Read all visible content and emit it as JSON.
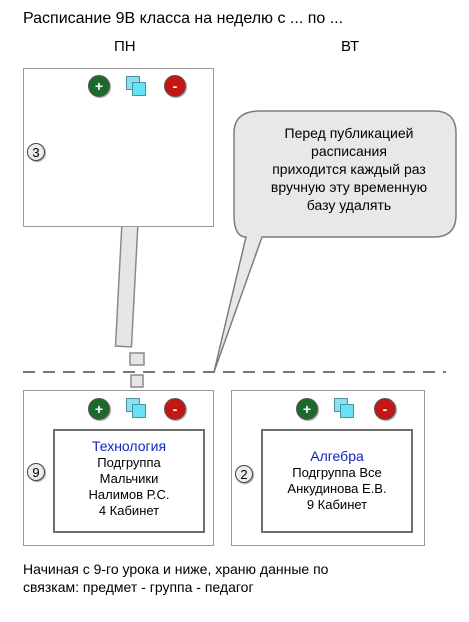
{
  "title": "Расписание 9В класса на неделю с ... по ...",
  "days": [
    "ПН",
    "ВТ"
  ],
  "top_cell": {
    "lesson_number": "3"
  },
  "cell_buttons": {
    "add": "+",
    "delete": "-"
  },
  "callout": {
    "lines": [
      "Перед публикацией",
      "расписания",
      "приходится каждый раз",
      "вручную эту временную",
      "базу удалять"
    ]
  },
  "bottom_cells": [
    {
      "lesson_number": "9",
      "subject": "Технология",
      "group": "Подгруппа",
      "group2": "Мальчики",
      "teacher": "Налимов Р.С.",
      "room": "4 Кабинет"
    },
    {
      "lesson_number": "2",
      "subject": "Алгебра",
      "group": "Подгруппа Все",
      "teacher": "Анкудинова Е.В.",
      "room": "9 Кабинет"
    }
  ],
  "note": {
    "line1": "Начиная с 9-го урока и ниже, храню данные по",
    "line2": "связкам: предмет - группа - педагог"
  },
  "colors": {
    "add_button": "#1c6a2a",
    "delete_button": "#c51616",
    "subject_text": "#1324c4",
    "callout_fill": "#e8e8e8",
    "arrow_fill": "#e6e6e6"
  }
}
